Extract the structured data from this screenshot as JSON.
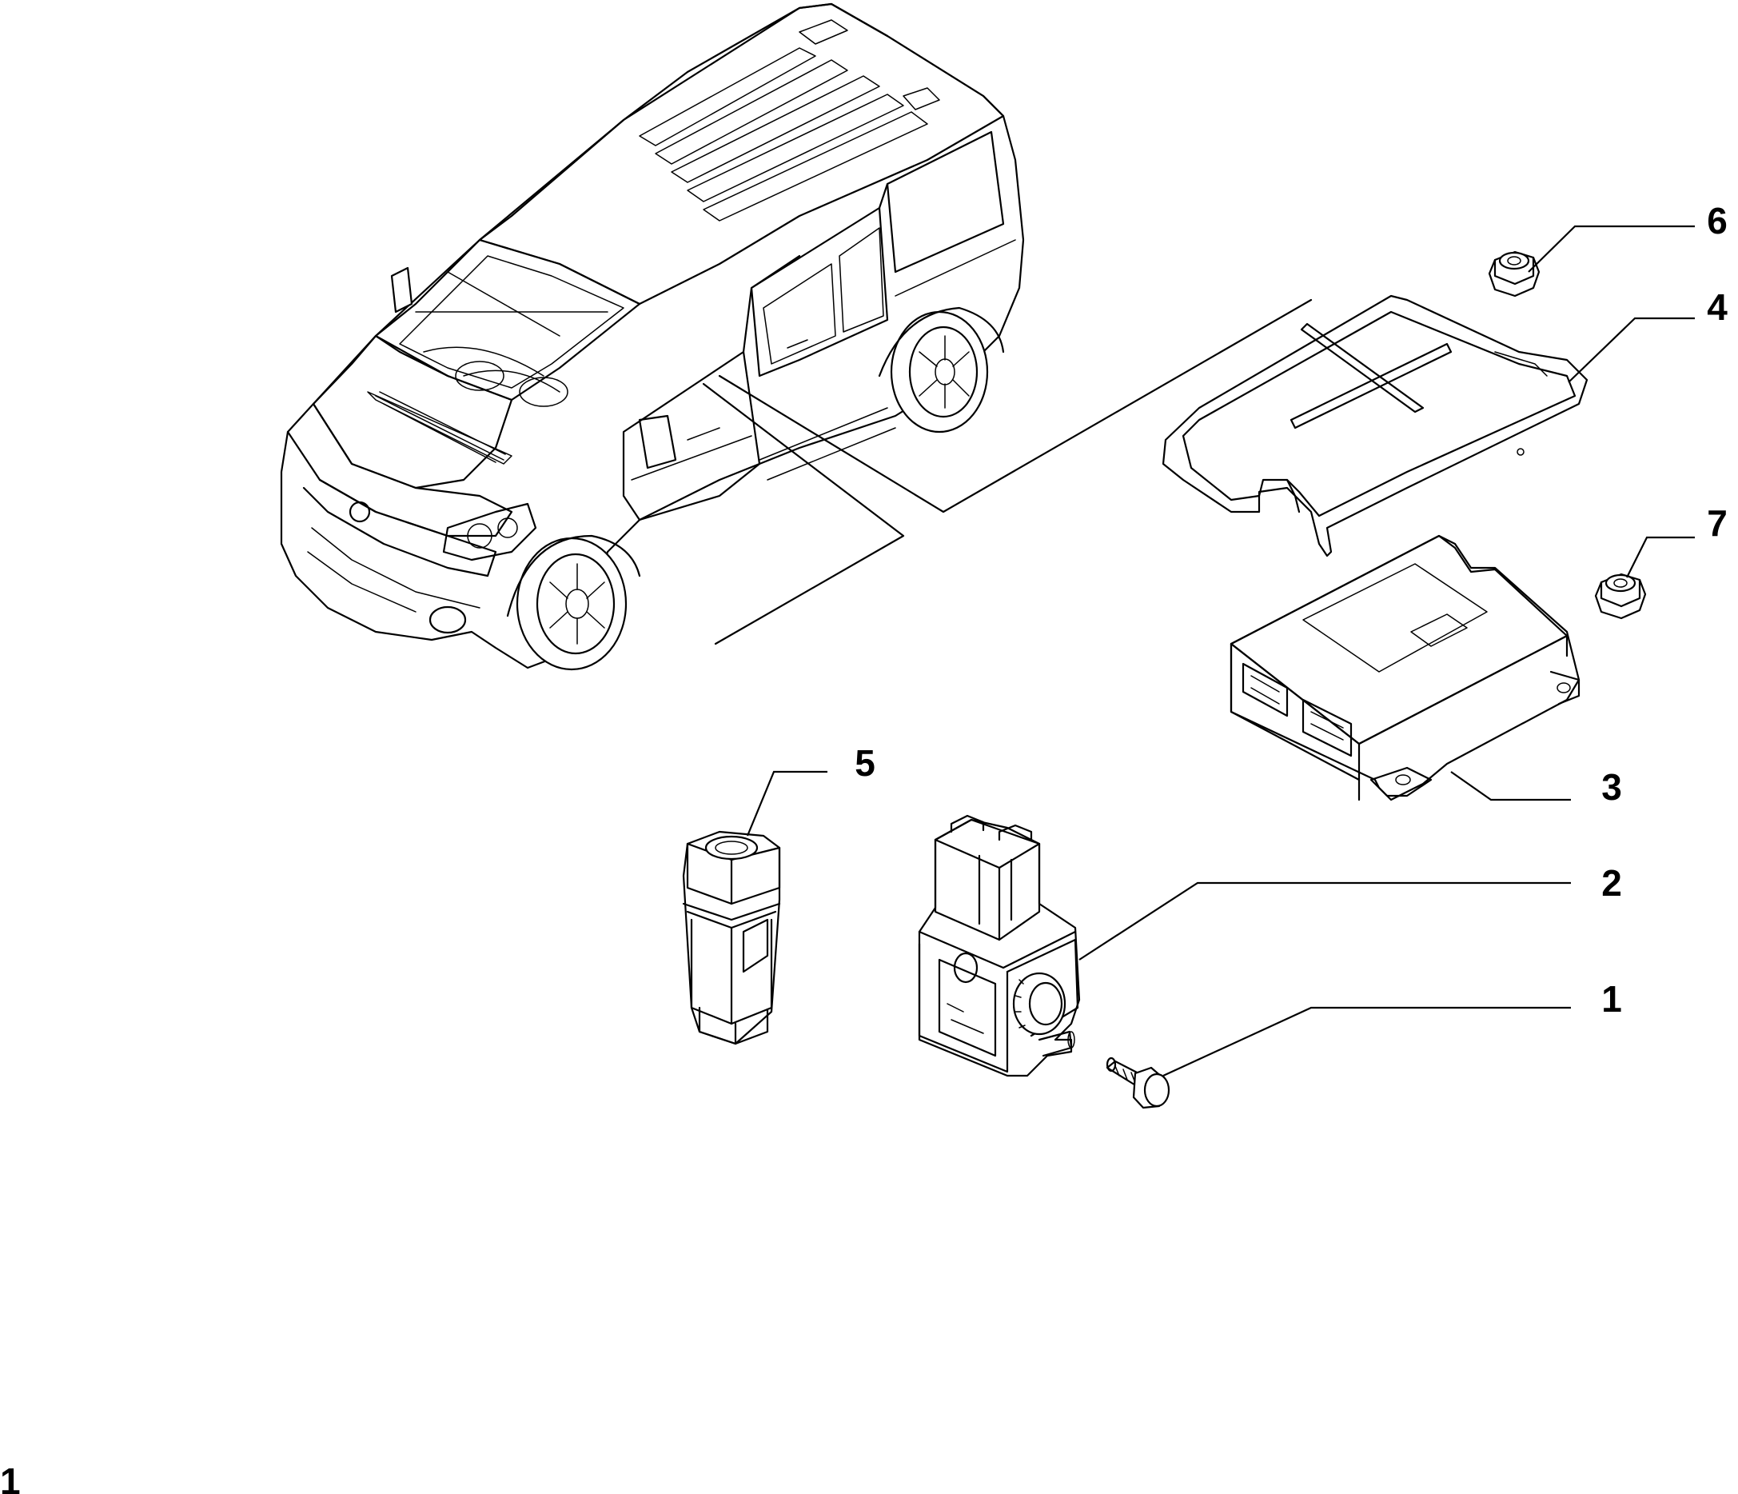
{
  "callouts": {
    "c1": "1",
    "c2": "2",
    "c3": "3",
    "c4": "4",
    "c5": "5",
    "c6": "6",
    "c7": "7"
  },
  "page_label": "1"
}
